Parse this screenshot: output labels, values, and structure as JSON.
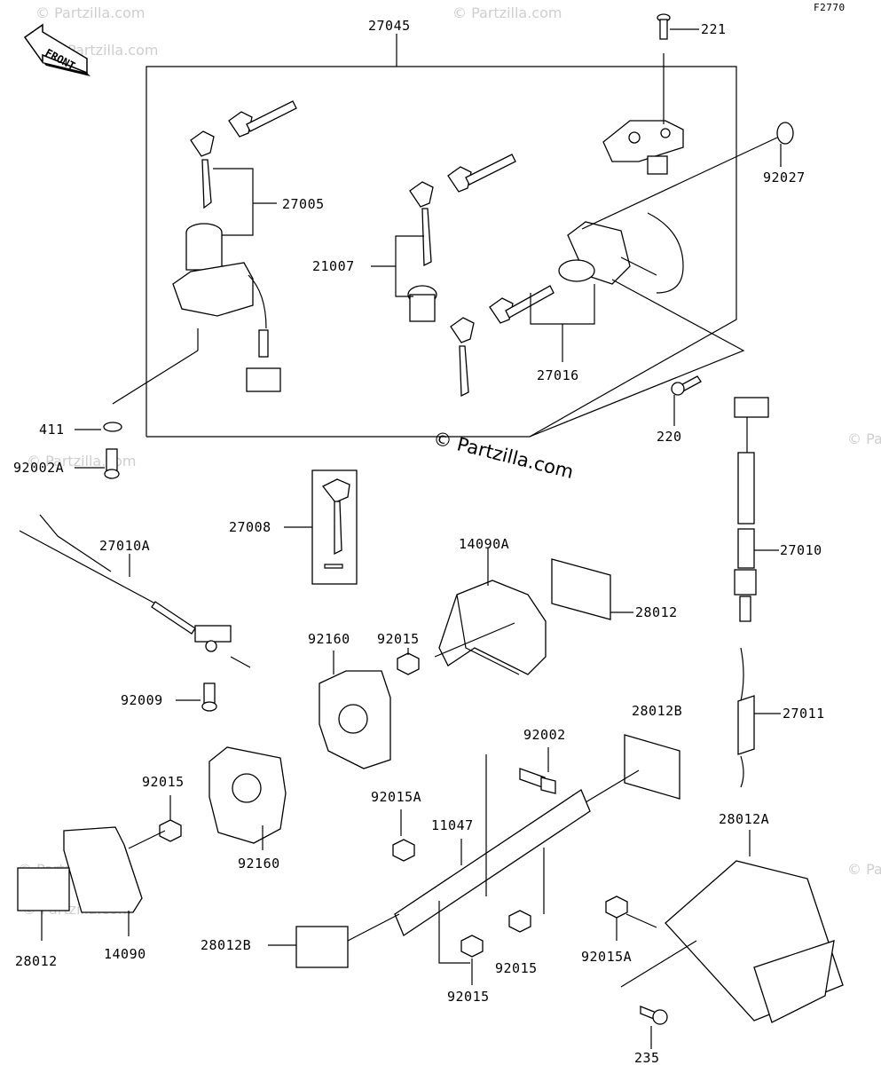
{
  "diagram": {
    "ref_code": "F2770",
    "front_label": "FRONT",
    "watermark": "© Partzilla.com",
    "watermark_small": "© Partzilla.com",
    "parts": {
      "p27045": "27045",
      "p221": "221",
      "p92027": "92027",
      "p27005": "27005",
      "p21007": "21007",
      "p27016": "27016",
      "p220": "220",
      "p411": "411",
      "p92002A": "92002A",
      "p27008": "27008",
      "p27010A": "27010A",
      "p14090A": "14090A",
      "p27010": "27010",
      "p28012_top": "28012",
      "p92160_top": "92160",
      "p92015_top": "92015",
      "p92009": "92009",
      "p28012B_top": "28012B",
      "p27011": "27011",
      "p92002": "92002",
      "p92015_left": "92015",
      "p92015A_mid": "92015A",
      "p11047": "11047",
      "p28012A": "28012A",
      "p92160_bottom": "92160",
      "p28012_bottom": "28012",
      "p14090": "14090",
      "p28012B_bottom": "28012B",
      "p92015_center": "92015",
      "p92015_mid": "92015",
      "p92015A_right": "92015A",
      "p235": "235"
    }
  }
}
